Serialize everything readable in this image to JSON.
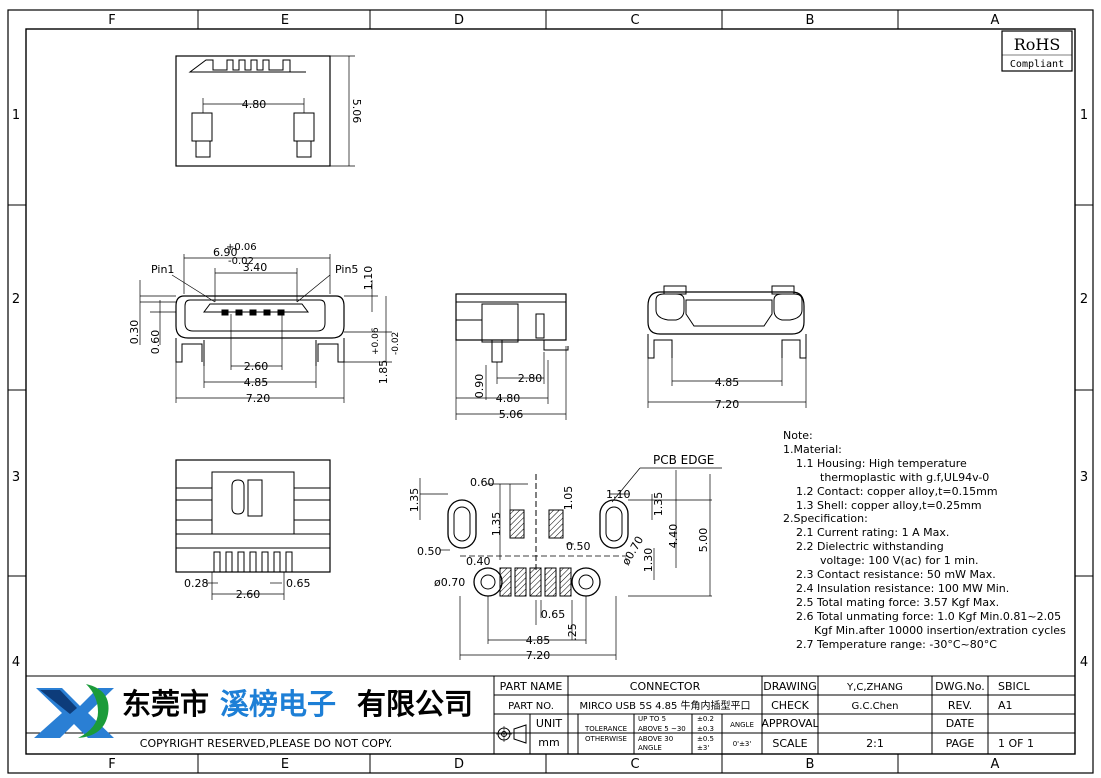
{
  "columns": [
    "F",
    "E",
    "D",
    "C",
    "B",
    "A"
  ],
  "rows": [
    "1",
    "2",
    "3",
    "4"
  ],
  "rohs": {
    "main": "RoHS",
    "sub": "Compliant"
  },
  "company": {
    "name_black1": "东莞市",
    "name_blue": "溪榜电子",
    "name_black2": "有限公司",
    "copyright": "COPYRIGHT RESERVED,PLEASE DO NOT COPY."
  },
  "views": {
    "top": {
      "d1": "4.80",
      "d2": "5.06"
    },
    "front": {
      "pin1": "Pin1",
      "pin5": "Pin5",
      "d_690": "6.90",
      "tol_690_up": "+0.06",
      "tol_690_dn": "-0.02",
      "d_340": "3.40",
      "d_110": "1.10",
      "d_030": "0.30",
      "d_060": "0.60",
      "d_260": "2.60",
      "d_485": "4.85",
      "d_720": "7.20",
      "d_185": "1.85",
      "tol_185_up": "+0.06",
      "tol_185_dn": "-0.02"
    },
    "side": {
      "d_090": "0.90",
      "d_280": "2.80",
      "d_480": "4.80",
      "d_506": "5.06"
    },
    "rear": {
      "d_485": "4.85",
      "d_720": "7.20"
    },
    "bottom": {
      "d_028": "0.28",
      "d_065": "0.65",
      "d_260": "2.60"
    },
    "pcb": {
      "edge": "PCB EDGE",
      "d_060": "0.60",
      "d_105": "1.05",
      "d_110": "1.10",
      "d_135a": "1.35",
      "d_135b": "1.35",
      "d_135c": "1.35",
      "d_440": "4.40",
      "d_500": "5.00",
      "d_050a": "0.50",
      "d_050b": "0.50",
      "d_040": "0.40",
      "d_070a": "ø0.70",
      "d_070b": "ø0.70",
      "d_130": "1.30",
      "d_065": "0.65",
      "d_25": ".25",
      "d_485": "4.85",
      "d_720": "7.20"
    }
  },
  "notes": [
    "Note:",
    "1.Material:",
    "1.1  Housing: High temperature",
    "thermoplastic  with  g.f,UL94v-0",
    "1.2  Contact: copper alloy,t=0.15mm",
    "1.3  Shell: copper alloy,t=0.25mm",
    "2.Specification:",
    "2.1  Current  rating:  1  A  Max.",
    "2.2  Dielectric  withstanding",
    "voltage:  100  V(ac)  for  1  min.",
    "2.3  Contact  resistance:  50  mW  Max.",
    "2.4  Insulation  resistance:  100  MW  Min.",
    "2.5  Total  mating  force:  3.57  Kgf  Max.",
    "2.6  Total  unmating  force:  1.0  Kgf  Min.0.81~2.05",
    "Kgf  Min.after  10000  insertion/extration  cycles",
    "2.7  Temperature  range:  -30°C~80°C"
  ],
  "titleblock": {
    "part_name_label": "PART NAME",
    "part_name": "CONNECTOR",
    "part_no_label": "PART NO.",
    "part_no": "MIRCO USB 5S 4.85  牛角内插型平口",
    "unit_label": "UNIT",
    "unit": "mm",
    "tol_label1": "TOLERANCE",
    "tol_label2": "OTHERWISE",
    "tol_r1": "UP TO 5",
    "tol_v1": "±0.2",
    "tol_r2": "ABOVE 5 ~30",
    "tol_v2": "±0.3",
    "tol_r3": "ABOVE 30",
    "tol_v3": "±0.5",
    "tol_r4": "ANGLE",
    "tol_v4": "±3'",
    "angle_label": "ANGLE",
    "angle_value": "0'±3'",
    "drawing_label": "DRAWING",
    "drawing": "Y,C,ZHANG",
    "check_label": "CHECK",
    "check": "G.C.Chen",
    "approval_label": "APPROVAL",
    "approval": "",
    "scale_label": "SCALE",
    "scale": "2:1",
    "dwg_label": "DWG.No.",
    "dwg": "SBICL",
    "rev_label": "REV.",
    "rev": "A1",
    "date_label": "DATE",
    "date": "",
    "page_label": "PAGE",
    "page": "1  OF  1"
  }
}
